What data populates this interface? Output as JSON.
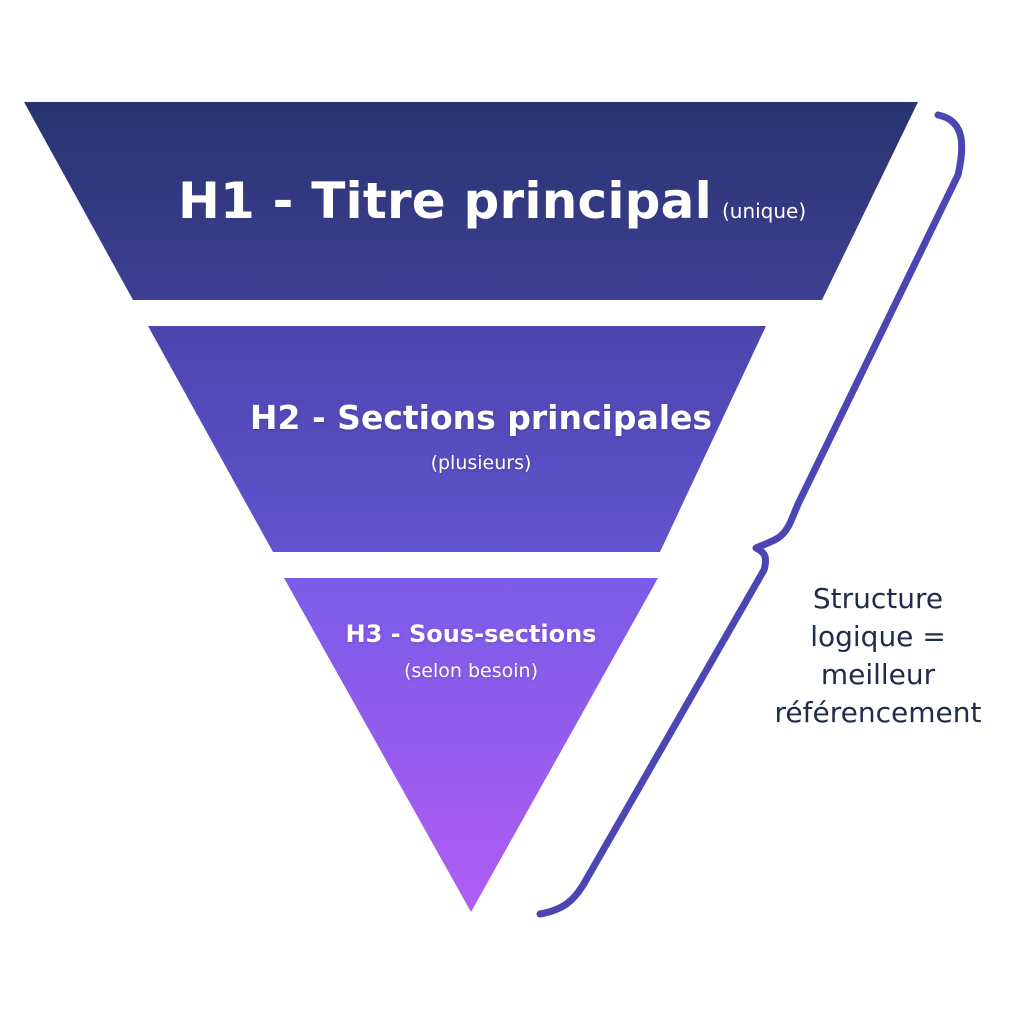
{
  "levels": [
    {
      "title": "H1 - Titre principal",
      "subtitle": "(unique)"
    },
    {
      "title": "H2 - Sections principales",
      "subtitle": "(plusieurs)"
    },
    {
      "title": "H3 - Sous-sections",
      "subtitle": "(selon besoin)"
    }
  ],
  "annotation": {
    "lines": [
      "Structure",
      "logique =",
      "meilleur",
      "référencement"
    ]
  },
  "colors": {
    "h1_top": "#283470",
    "h1_bottom": "#3d3f92",
    "h2_top": "#4a46ad",
    "h2_bottom": "#6353cf",
    "h3_top": "#7a5ce8",
    "h3_bottom": "#b05cf2",
    "brace": "#4b46b4",
    "annotation_text": "#1f2c4a"
  }
}
